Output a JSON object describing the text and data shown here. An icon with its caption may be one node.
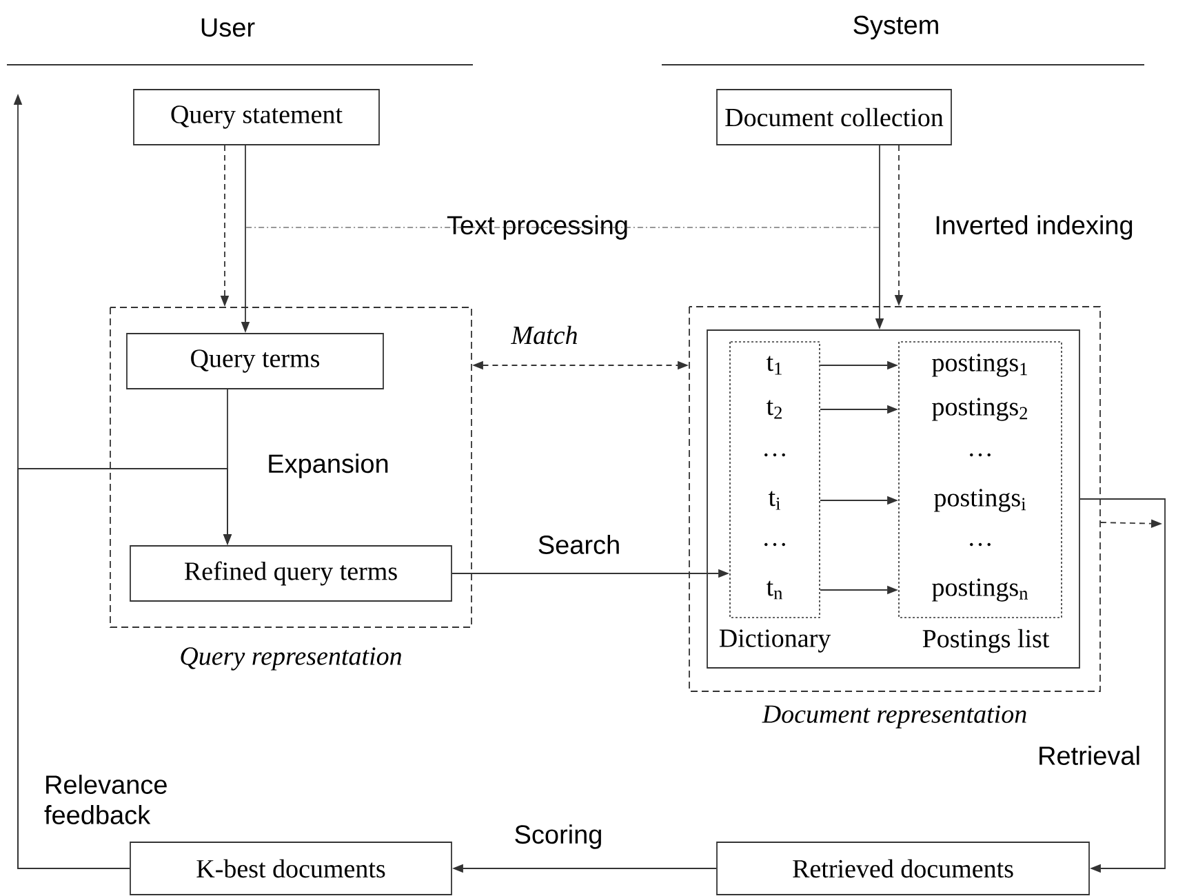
{
  "diagram": {
    "nodes": [
      {
        "text": [
          "Query statement"
        ]
      },
      {
        "text": [
          "Document collection"
        ]
      },
      {
        "text": [
          "Query representation"
        ]
      },
      {
        "text": [
          "Query terms"
        ],
        "in": 2
      },
      {
        "text": [
          "Refined query terms"
        ],
        "in": 2
      },
      {
        "text": [
          "Document representation"
        ]
      },
      {
        "text": [],
        "shape": "box",
        "in": 5
      },
      {
        "text": [
          "t$_{1}$",
          "t$_{2}$",
          "…",
          "t$_{i}$",
          "…",
          "t$_{n}$",
          "Dictionary"
        ],
        "in": 6
      },
      {
        "text": [
          "postings$_{1}$",
          "postings$_{2}$",
          "…",
          "postings$_{i}$",
          "…",
          "postings$_{n}$",
          "Postings list"
        ],
        "in": 6
      },
      {
        "text": [
          "K-best documents"
        ]
      },
      {
        "text": [
          "Retrieved documents"
        ]
      },
      {
        "text": [
          "Text processing"
        ]
      }
    ],
    "edges": [
      {
        "from": 0,
        "to": 3,
        "arrow": "to"
      },
      {
        "from": 0,
        "to": 2,
        "arrow": "to",
        "style": "dashed"
      },
      {
        "from": 1,
        "to": 6,
        "arrow": "to"
      },
      {
        "from": 1,
        "to": 5,
        "arrow": "to",
        "style": "dashed",
        "label": "Inverted indexing"
      },
      {
        "from": 11,
        "to": null,
        "arrow": "none",
        "style": "dashed"
      },
      {
        "from": 11,
        "to": null,
        "arrow": "none",
        "style": "dashed"
      },
      {
        "from": 2,
        "to": 5,
        "arrow": "both",
        "style": "dashed",
        "label": "Match"
      },
      {
        "from": 3,
        "to": 4,
        "arrow": "to",
        "label": "Expansion"
      },
      {
        "from": 9,
        "to": 4,
        "arrow": "to"
      },
      {
        "from": 9,
        "to": null,
        "arrow": "to",
        "label": "Relevance feedback"
      },
      {
        "from": 4,
        "to": 7,
        "arrow": "to",
        "label": "Search"
      },
      {
        "from": 7,
        "to": 8,
        "arrow": "to"
      },
      {
        "from": 7,
        "to": 8,
        "arrow": "to"
      },
      {
        "from": 7,
        "to": 8,
        "arrow": "to"
      },
      {
        "from": 7,
        "to": 8,
        "arrow": "to"
      },
      {
        "from": 6,
        "to": 10,
        "arrow": "to",
        "label": "Retrieval"
      },
      {
        "from": 5,
        "to": null,
        "arrow": "to",
        "style": "dashed"
      },
      {
        "from": 10,
        "to": 9,
        "arrow": "to",
        "label": "Scoring"
      }
    ],
    "labels": [
      "User",
      "System"
    ]
  }
}
